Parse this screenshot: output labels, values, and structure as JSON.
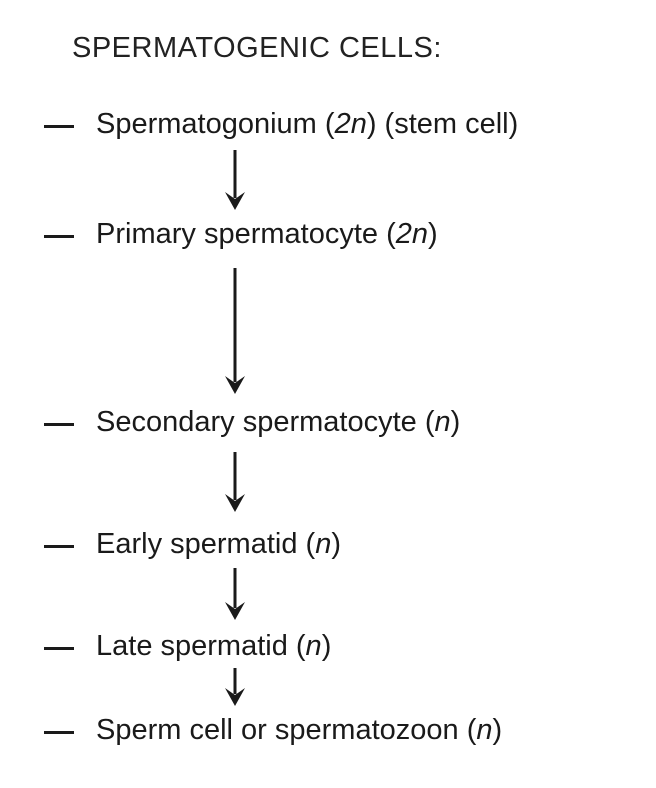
{
  "title": "SPERMATOGENIC CELLS:",
  "stages": [
    {
      "name": "Spermatogonium",
      "ploidy": "2n",
      "note": "(stem cell)"
    },
    {
      "name": "Primary spermatocyte",
      "ploidy": "2n",
      "note": ""
    },
    {
      "name": "Secondary spermatocyte",
      "ploidy": "n",
      "note": ""
    },
    {
      "name": "Early spermatid",
      "ploidy": "n",
      "note": ""
    },
    {
      "name": "Late spermatid",
      "ploidy": "n",
      "note": ""
    },
    {
      "name": "Sperm cell or spermatozoon",
      "ploidy": "n",
      "note": ""
    }
  ]
}
